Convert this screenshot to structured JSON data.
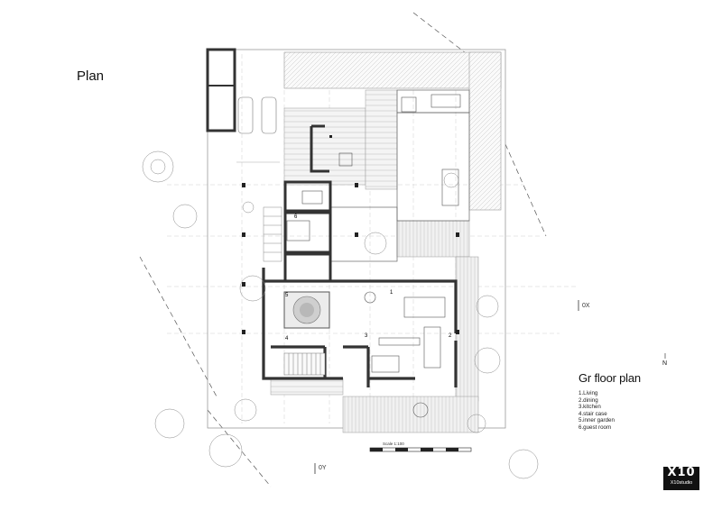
{
  "title": "Plan",
  "floor_plan_title": "Gr floor plan",
  "north": "N",
  "legend": [
    "1.Living",
    "2.dining",
    "3.kitchen",
    "4.stair case",
    "5.inner garden",
    "6.guest room"
  ],
  "axis_labels": {
    "x": "0X",
    "y": "0Y"
  },
  "scale_label": "Scale 1:100",
  "room_numbers": [
    "1",
    "2",
    "3",
    "4",
    "5",
    "6"
  ],
  "logo": {
    "main": "X10",
    "sub": "X10studio"
  }
}
